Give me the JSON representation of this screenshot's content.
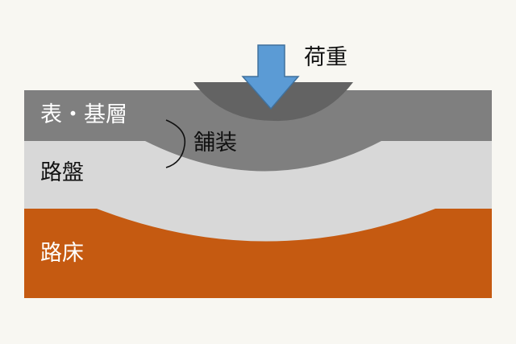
{
  "labels": {
    "load": "荷重",
    "surface_base_course": "表・基層",
    "pavement": "舗装",
    "roadbed": "路盤",
    "subgrade": "路床"
  },
  "colors": {
    "background": "#f8f7f2",
    "surface_layer": "#7f7f7f",
    "deflection_bowl": "#636363",
    "roadbed_layer": "#d8d8d8",
    "subgrade_layer": "#c55a11",
    "load_arrow": "#5b9bd5"
  }
}
